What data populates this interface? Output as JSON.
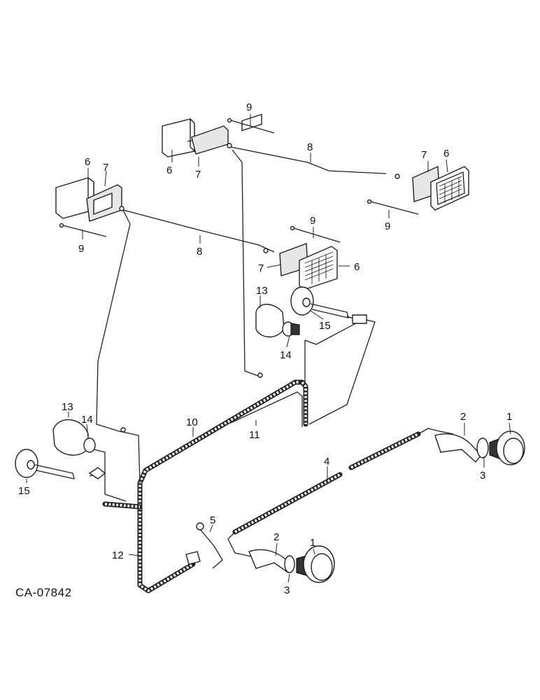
{
  "figure": {
    "reference_code": "CA-07842",
    "callouts": {
      "headlamp": "1",
      "bracket": "2",
      "grommet": "3",
      "front_harness": "4",
      "ground_wire": "5",
      "lamp_body": "6",
      "lamp_gasket": "7",
      "lamp_wire": "8",
      "jumper_wire": "9",
      "main_harness_upper": "10",
      "main_harness_lower": "11",
      "main_harness_vertical": "12",
      "flood_lamp": "13",
      "flood_socket": "14",
      "work_lamp": "15"
    }
  }
}
